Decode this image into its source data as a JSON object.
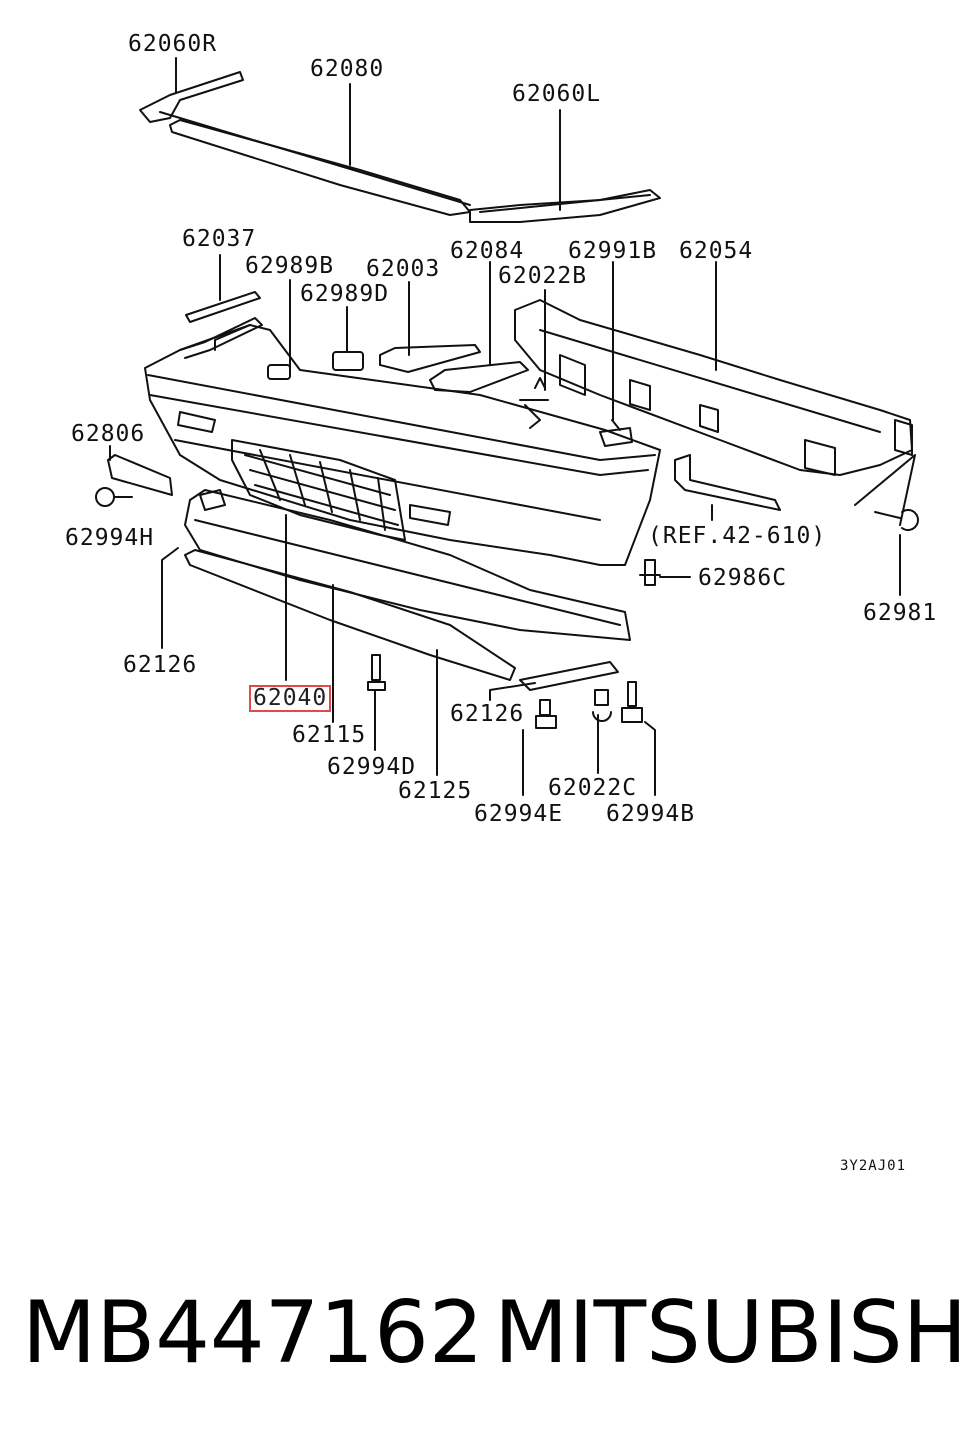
{
  "diagram": {
    "labels": [
      {
        "id": "62060R",
        "text": "62060R"
      },
      {
        "id": "62080",
        "text": "62080"
      },
      {
        "id": "62060L",
        "text": "62060L"
      },
      {
        "id": "62037",
        "text": "62037"
      },
      {
        "id": "62989B",
        "text": "62989B"
      },
      {
        "id": "62003",
        "text": "62003"
      },
      {
        "id": "62084",
        "text": "62084"
      },
      {
        "id": "62991B",
        "text": "62991B"
      },
      {
        "id": "62054",
        "text": "62054"
      },
      {
        "id": "62989D",
        "text": "62989D"
      },
      {
        "id": "62022B",
        "text": "62022B"
      },
      {
        "id": "62806",
        "text": "62806"
      },
      {
        "id": "62994H",
        "text": "62994H"
      },
      {
        "id": "ref",
        "text": "(REF.42-610)"
      },
      {
        "id": "62986C",
        "text": "62986C"
      },
      {
        "id": "62981",
        "text": "62981"
      },
      {
        "id": "62126a",
        "text": "62126"
      },
      {
        "id": "62040",
        "text": "62040"
      },
      {
        "id": "62126b",
        "text": "62126"
      },
      {
        "id": "62115",
        "text": "62115"
      },
      {
        "id": "62994D",
        "text": "62994D"
      },
      {
        "id": "62125",
        "text": "62125"
      },
      {
        "id": "62022C",
        "text": "62022C"
      },
      {
        "id": "62994E",
        "text": "62994E"
      },
      {
        "id": "62994B",
        "text": "62994B"
      }
    ],
    "highlighted": "62040",
    "diagram_code": "3Y2AJ01",
    "highlight_color": "#e24a4a"
  },
  "footer": {
    "part_number": "MB447162",
    "brand": "MITSUBISHI"
  }
}
